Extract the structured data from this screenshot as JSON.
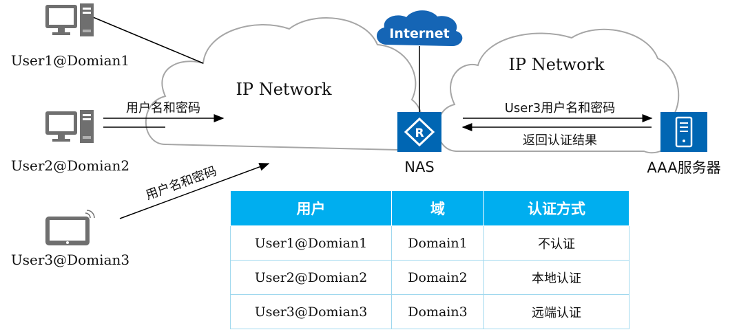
{
  "users": [
    {
      "label": "User1@Domian1"
    },
    {
      "label": "User2@Domian2"
    },
    {
      "label": "User3@Domian3"
    }
  ],
  "clouds": {
    "left_label": "IP Network",
    "right_label": "IP Network",
    "internet_label": "Internet"
  },
  "arrows": {
    "user2_to_cloud": "用户名和密码",
    "user3_to_cloud": "用户名和密码",
    "nas_to_aaa": "User3用户名和密码",
    "aaa_to_nas": "返回认证结果"
  },
  "devices": {
    "nas_label": "NAS",
    "aaa_label": "AAA服务器"
  },
  "colors": {
    "device_blue": "#0066b3",
    "table_header": "#00aeef",
    "terminal_gray": "#6f6f6f"
  },
  "table": {
    "headers": [
      "用户",
      "域",
      "认证方式"
    ],
    "rows": [
      [
        "User1@Domian1",
        "Domain1",
        "不认证"
      ],
      [
        "User2@Domian2",
        "Domain2",
        "本地认证"
      ],
      [
        "User3@Domian3",
        "Domain3",
        "远端认证"
      ]
    ]
  }
}
